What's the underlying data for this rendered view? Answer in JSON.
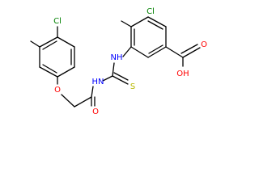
{
  "atoms": [
    {
      "id": "cl_left",
      "label": "Cl",
      "role": "chlorine",
      "color": "#008000"
    },
    {
      "id": "cl_right",
      "label": "Cl",
      "role": "chlorine",
      "color": "#008000"
    },
    {
      "id": "o_ether",
      "label": "O",
      "role": "oxygen",
      "color": "#ff0000"
    },
    {
      "id": "o_amide",
      "label": "O",
      "role": "oxygen",
      "color": "#ff0000"
    },
    {
      "id": "hn_amide",
      "label": "HN",
      "role": "nitrogen",
      "color": "#0000ff"
    },
    {
      "id": "nh_upper",
      "label": "NH",
      "role": "nitrogen",
      "color": "#0000ff"
    },
    {
      "id": "s_thio",
      "label": "S",
      "role": "sulfur",
      "color": "#b8b800"
    },
    {
      "id": "o_acid",
      "label": "O",
      "role": "oxygen",
      "color": "#ff0000"
    },
    {
      "id": "oh_acid",
      "label": "OH",
      "role": "hydroxyl",
      "color": "#ff0000"
    }
  ],
  "colors": {
    "bond": "#000000",
    "background": "#ffffff"
  }
}
